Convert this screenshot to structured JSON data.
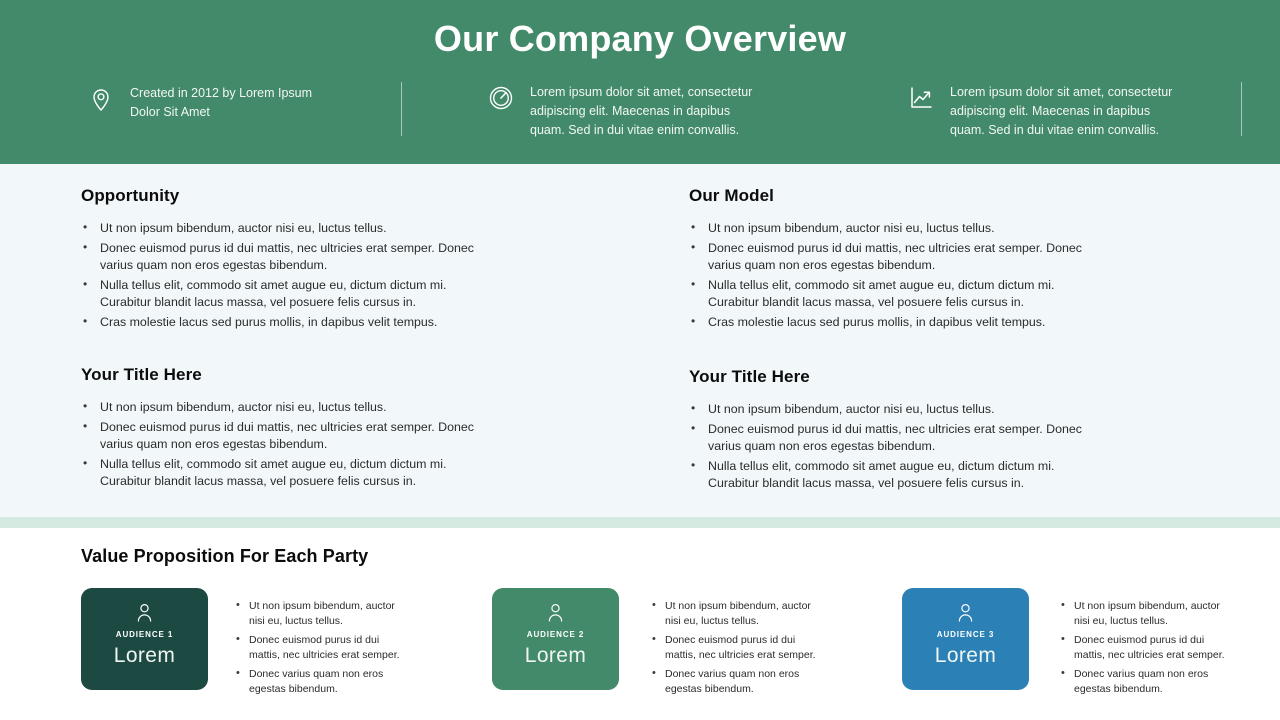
{
  "header": {
    "title": "Our Company Overview",
    "accent_color": "#428a69",
    "items": [
      {
        "icon": "location-pin-icon",
        "line1": "Created in 2012 by Lorem Ipsum",
        "line2": "Dolor Sit Amet",
        "line3": ""
      },
      {
        "icon": "speedometer-icon",
        "line1": "Lorem ipsum dolor  sit amet, consectetur",
        "line2": "adipiscing elit. Maecenas in dapibus",
        "line3": "quam. Sed in dui vitae enim convallis."
      },
      {
        "icon": "growth-chart-icon",
        "line1": "Lorem ipsum dolor  sit amet, consectetur",
        "line2": "adipiscing elit. Maecenas in dapibus",
        "line3": "quam. Sed in dui vitae enim convallis."
      }
    ]
  },
  "sections": [
    {
      "title": "Opportunity",
      "bullets": [
        "Ut non ipsum bibendum,  auctor nisi eu, luctus tellus.",
        "Donec euismod  purus id dui mattis,  nec ultricies erat semper. Donec varius quam  non eros egestas  bibendum.",
        "Nulla tellus elit,  commodo sit amet augue eu, dictum dictum mi. Curabitur blandit lacus massa, vel posuere felis  cursus in.",
        "Cras molestie  lacus sed purus mollis,  in dapibus  velit  tempus."
      ]
    },
    {
      "title": "Our Model",
      "bullets": [
        "Ut non ipsum bibendum,  auctor nisi eu, luctus tellus.",
        "Donec euismod  purus id dui mattis,  nec ultricies erat semper. Donec varius quam  non eros egestas  bibendum.",
        "Nulla tellus elit,  commodo sit amet augue eu, dictum dictum mi. Curabitur blandit lacus massa, vel posuere felis  cursus in.",
        "Cras molestie  lacus sed purus mollis,  in dapibus  velit  tempus."
      ]
    },
    {
      "title": "Your Title Here",
      "bullets": [
        "Ut non ipsum bibendum,  auctor nisi eu, luctus tellus.",
        "Donec euismod  purus id dui mattis,  nec ultricies erat semper. Donec varius quam  non eros egestas  bibendum.",
        "Nulla tellus elit,  commodo sit amet augue eu, dictum dictum mi. Curabitur blandit lacus massa, vel posuere felis  cursus in."
      ]
    },
    {
      "title": "Your Title Here",
      "bullets": [
        "Ut non ipsum bibendum,  auctor nisi eu, luctus tellus.",
        "Donec euismod  purus id dui mattis,  nec ultricies erat semper. Donec varius quam  non eros egestas  bibendum.",
        "Nulla tellus elit,  commodo sit amet augue eu, dictum dictum mi. Curabitur blandit lacus massa, vel posuere felis  cursus in."
      ]
    }
  ],
  "value_proposition": {
    "title": "Value Proposition For Each Party",
    "cards": [
      {
        "label": "AUDIENCE  1",
        "name": "Lorem",
        "color": "#1c4a42",
        "icon": "person-icon",
        "bullets": [
          "Ut non ipsum bibendum, auctor nisi eu, luctus tellus.",
          "Donec euismod purus id dui mattis, nec ultricies erat semper.",
          "Donec varius quam non eros egestas bibendum."
        ]
      },
      {
        "label": "AUDIENCE  2",
        "name": "Lorem",
        "color": "#428a69",
        "icon": "person-icon",
        "bullets": [
          "Ut non ipsum bibendum, auctor nisi eu, luctus tellus.",
          "Donec euismod purus id dui mattis, nec ultricies erat semper.",
          "Donec varius quam non eros egestas bibendum."
        ]
      },
      {
        "label": "AUDIENCE  3",
        "name": "Lorem",
        "color": "#2b80b5",
        "icon": "person-icon",
        "bullets": [
          "Ut non ipsum bibendum, auctor nisi eu, luctus tellus.",
          "Donec euismod purus id dui mattis, nec ultricies erat semper.",
          "Donec varius quam non eros egestas bibendum."
        ]
      }
    ]
  },
  "theme": {
    "band_color": "#d5eae0",
    "upper_bg": "#f2f7fa"
  }
}
